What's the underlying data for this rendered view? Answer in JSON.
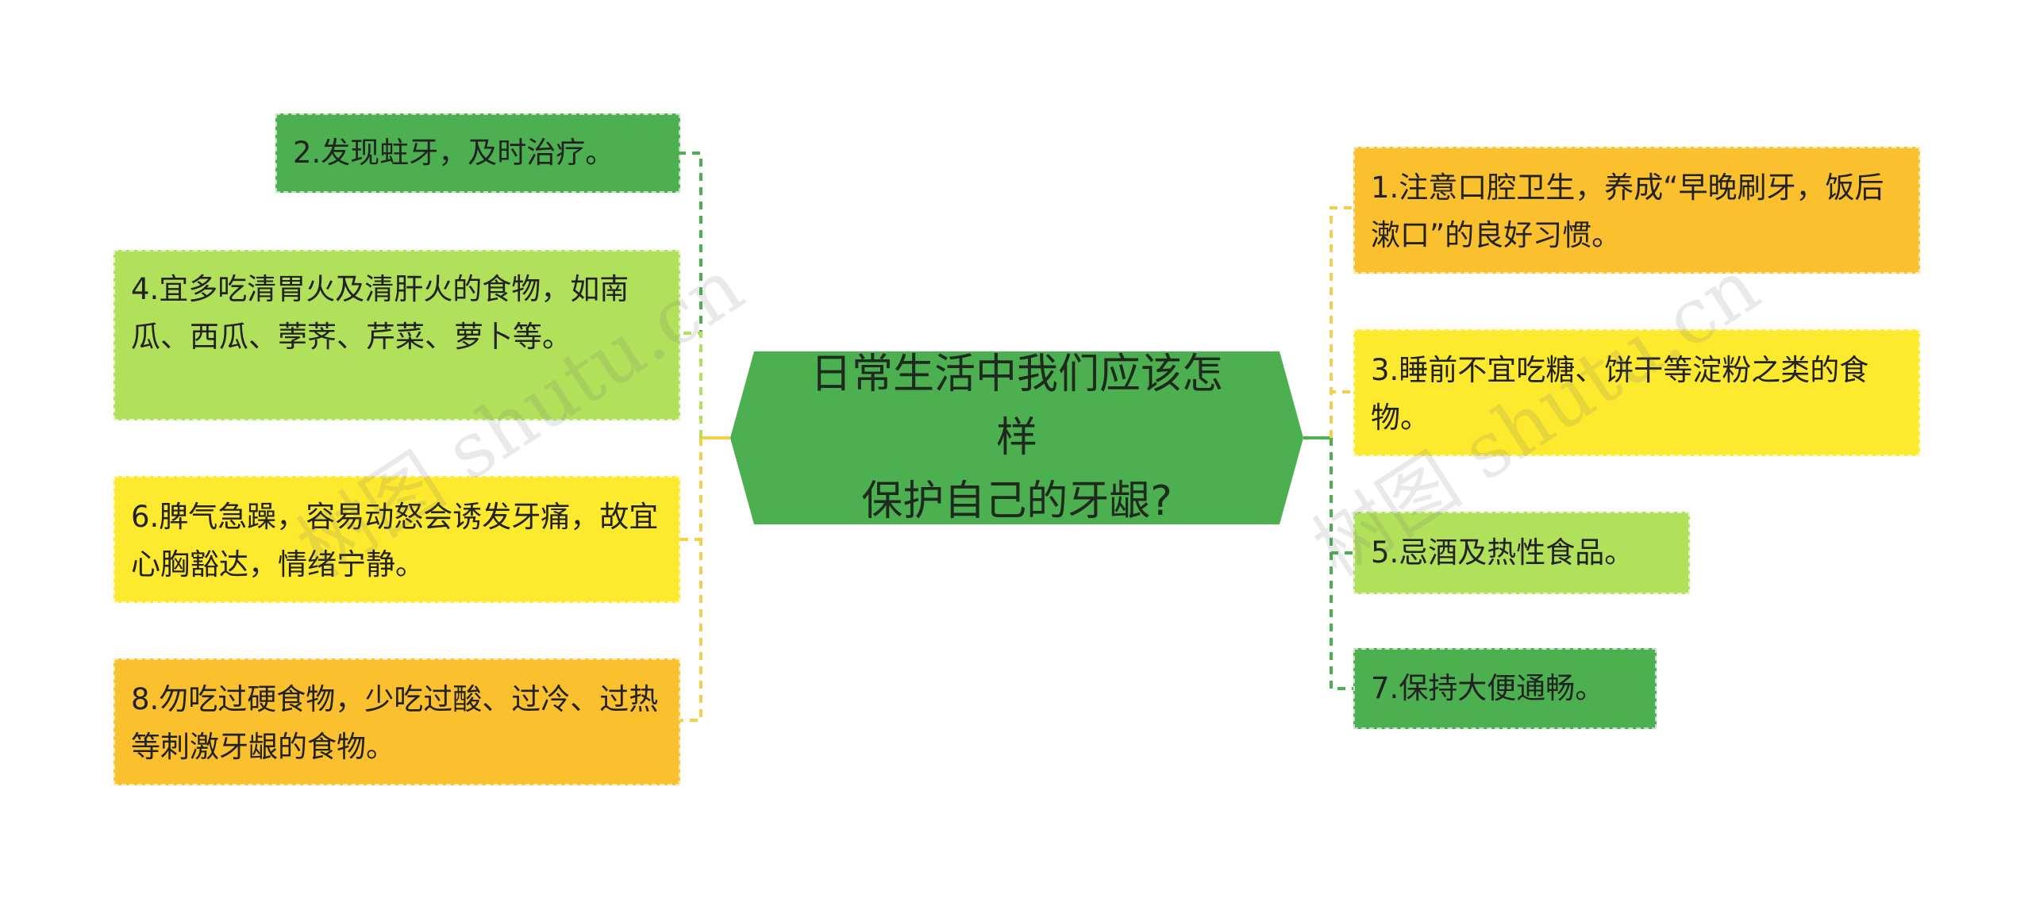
{
  "center": {
    "title_line1": "日常生活中我们应该怎样",
    "title_line2": "保护自己的牙龈?",
    "color": "#4caf50"
  },
  "colors": {
    "dark_green": "#4caf50",
    "light_green": "#b1e05a",
    "yellow": "#fde92e",
    "orange": "#fbc02d",
    "connector_green": "#4caf50",
    "connector_yellow": "#f3cf4a"
  },
  "left_nodes": [
    {
      "text": "2.发现蛀牙，及时治疗。",
      "color": "dark_green"
    },
    {
      "text": "4.宜多吃清胃火及清肝火的食物，如南瓜、西瓜、荸荠、芹菜、萝卜等。",
      "color": "light_green"
    },
    {
      "text": "6.脾气急躁，容易动怒会诱发牙痛，故宜心胸豁达，情绪宁静。",
      "color": "yellow"
    },
    {
      "text": "8.勿吃过硬食物，少吃过酸、过冷、过热等刺激牙龈的食物。",
      "color": "orange"
    }
  ],
  "right_nodes": [
    {
      "text": "1.注意口腔卫生，养成“早晚刷牙，饭后漱口”的良好习惯。",
      "color": "orange"
    },
    {
      "text": "3.睡前不宜吃糖、饼干等淀粉之类的食物。",
      "color": "yellow"
    },
    {
      "text": "5.忌酒及热性食品。",
      "color": "light_green"
    },
    {
      "text": "7.保持大便通畅。",
      "color": "dark_green"
    }
  ],
  "watermark": "树图 shutu.cn"
}
